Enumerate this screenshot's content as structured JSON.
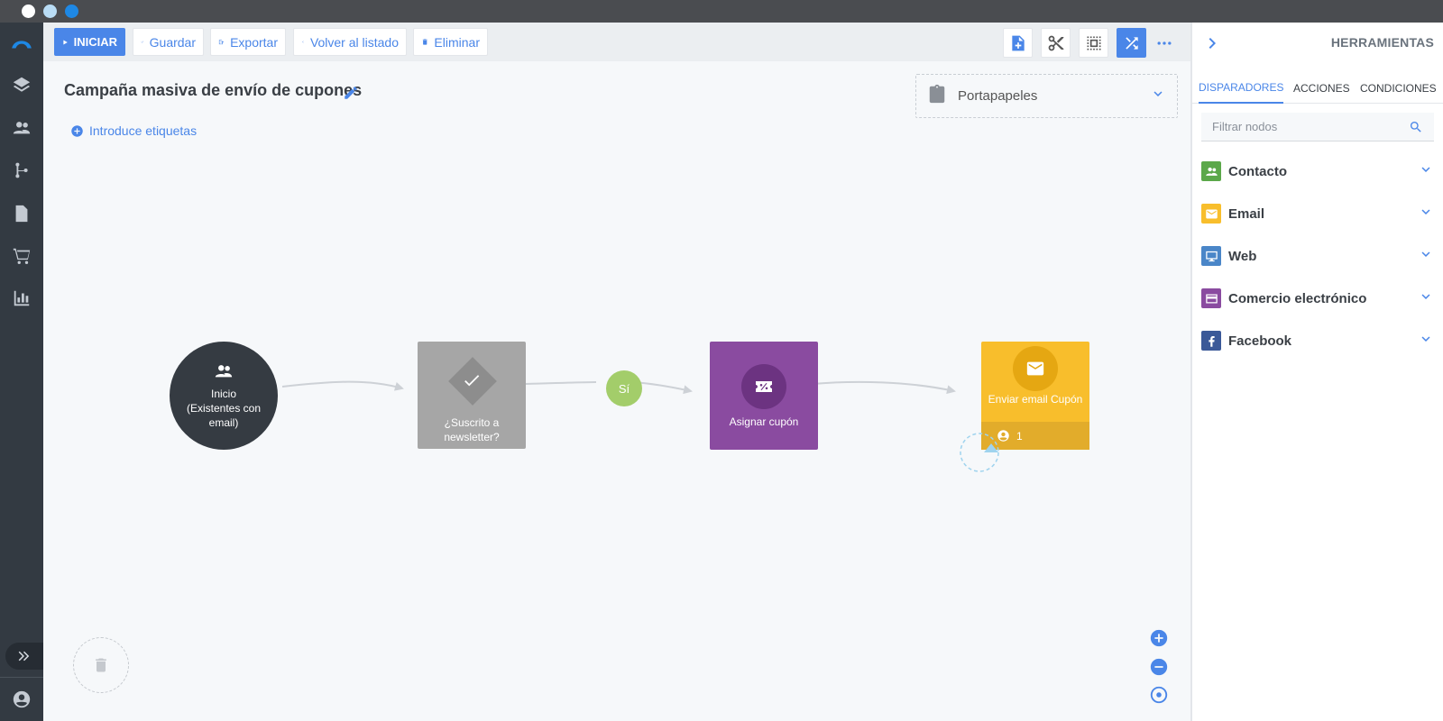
{
  "window": {
    "dots": [
      "close",
      "minimize",
      "maximize"
    ]
  },
  "nav": {
    "items": [
      "logo-icon",
      "layers-icon",
      "contacts-icon",
      "flow-icon",
      "document-icon",
      "cart-icon",
      "stats-icon"
    ]
  },
  "toolbar": {
    "start_label": "INICIAR",
    "save_label": "Guardar",
    "export_label": "Exportar",
    "back_label": "Volver al listado",
    "delete_label": "Eliminar"
  },
  "canvas": {
    "title": "Campaña masiva de envío de cupones",
    "tags_label": "Introduce etiquetas",
    "clipboard_label": "Portapapeles",
    "nodes": {
      "start": {
        "line1": "Inicio",
        "line2": "(Existentes con",
        "line3": "email)"
      },
      "condition": {
        "line1": "¿Suscrito a",
        "line2": "newsletter?"
      },
      "yes_label": "Sí",
      "action": {
        "label": "Asignar cupón"
      },
      "email": {
        "label": "Enviar email Cupón",
        "count": "1"
      }
    }
  },
  "panel": {
    "title": "HERRAMIENTAS",
    "tabs": [
      "DISPARADORES",
      "ACCIONES",
      "CONDICIONES"
    ],
    "active_tab": "DISPARADORES",
    "search_placeholder": "Filtrar nodos",
    "categories": [
      {
        "label": "Contacto",
        "color": "#5ba84a",
        "icon": "contacts-icon"
      },
      {
        "label": "Email",
        "color": "#f8be2c",
        "icon": "email-icon"
      },
      {
        "label": "Web",
        "color": "#4a86c8",
        "icon": "monitor-icon"
      },
      {
        "label": "Comercio electrónico",
        "color": "#8a4ba0",
        "icon": "credit-card-icon"
      },
      {
        "label": "Facebook",
        "color": "#3b5998",
        "icon": "facebook-icon"
      }
    ]
  },
  "colors": {
    "accent": "#4a86e8",
    "start_node": "#353b42",
    "condition_node": "#a6a6a6",
    "yes_badge": "#a3cd6a",
    "action_node": "#8a4ba0",
    "email_node": "#f8be2c"
  }
}
